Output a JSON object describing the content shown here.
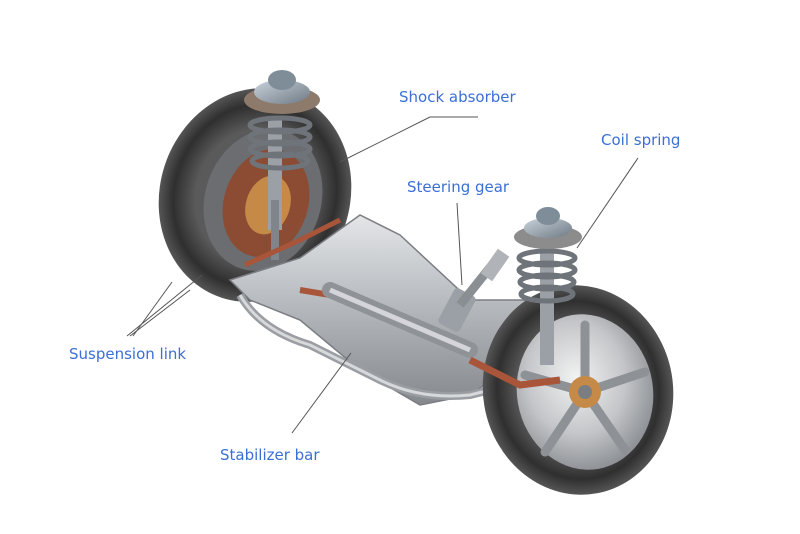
{
  "labels": {
    "shock_absorber": "Shock absorber",
    "coil_spring": "Coil spring",
    "steering_gear": "Steering gear",
    "suspension_link": "Suspension link",
    "stabilizer_bar": "Stabilizer bar"
  },
  "colors": {
    "label_text": "#3b6fd6",
    "leader_line": "#555555",
    "tire": "#3a3a3a",
    "metal": "#b9bcc0",
    "rust": "#a8553a",
    "spring": "#6e747a"
  }
}
